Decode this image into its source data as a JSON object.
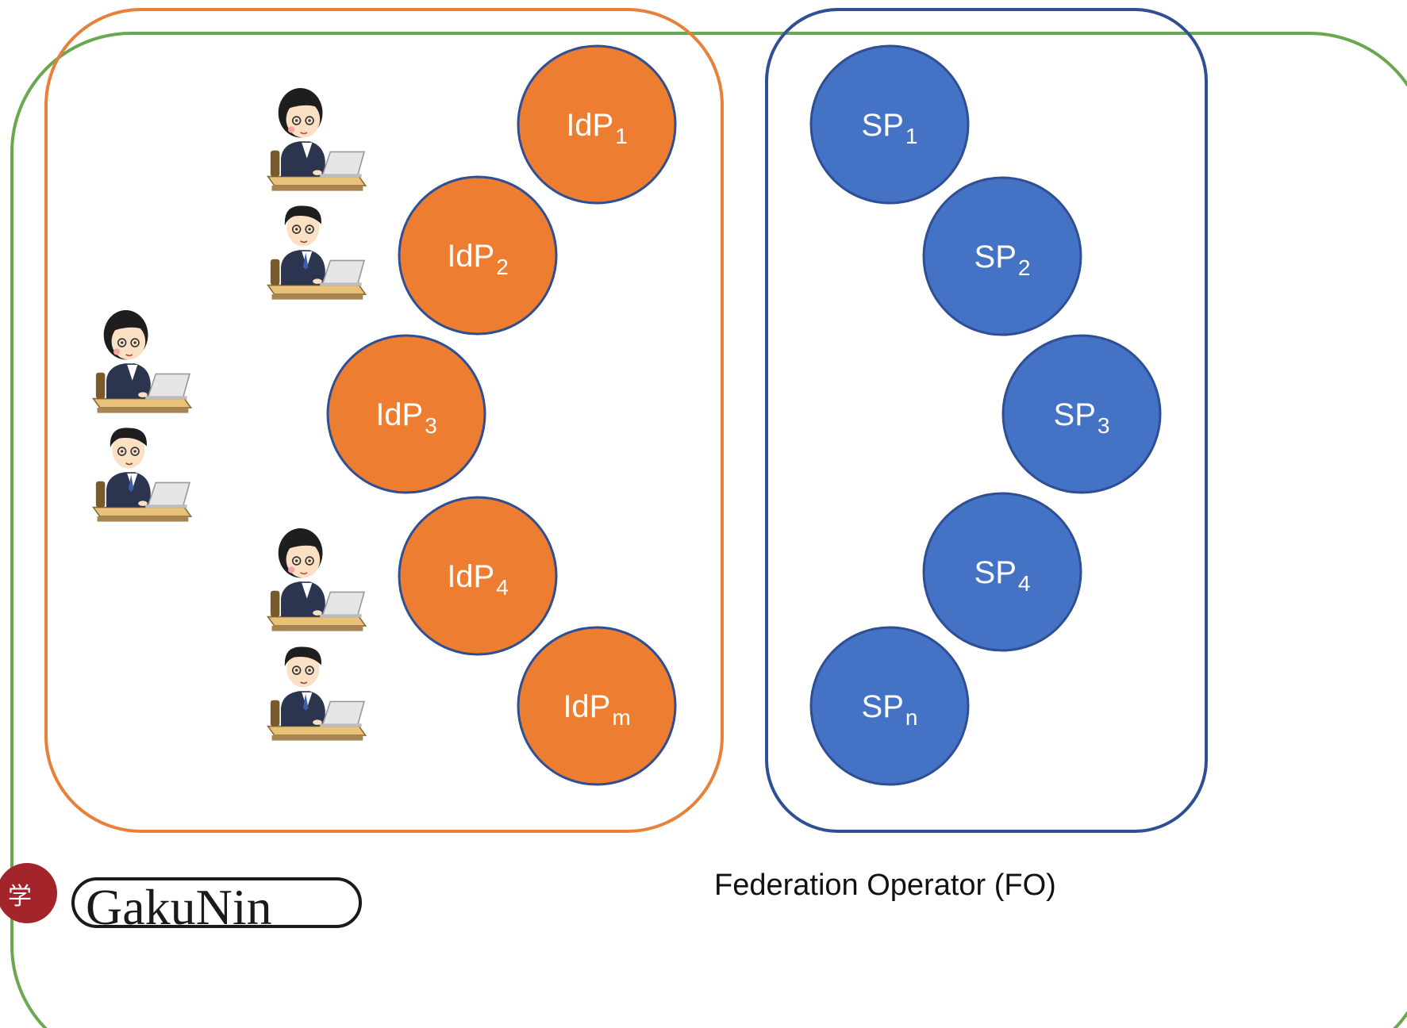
{
  "colors": {
    "federation_border": "#6aa84f",
    "idp_group_border": "#e8803a",
    "sp_group_border": "#2f4f94",
    "idp_fill": "#ed7d31",
    "sp_fill": "#4472c4",
    "node_outline": "#2f4f94",
    "logo_red": "#a3252b"
  },
  "federation": {
    "label": "Federation Operator (FO)"
  },
  "idps": [
    {
      "base": "IdP",
      "sub": "1"
    },
    {
      "base": "IdP",
      "sub": "2"
    },
    {
      "base": "IdP",
      "sub": "3"
    },
    {
      "base": "IdP",
      "sub": "4"
    },
    {
      "base": "IdP",
      "sub": "m"
    }
  ],
  "sps": [
    {
      "base": "SP",
      "sub": "1"
    },
    {
      "base": "SP",
      "sub": "2"
    },
    {
      "base": "SP",
      "sub": "3"
    },
    {
      "base": "SP",
      "sub": "4"
    },
    {
      "base": "SP",
      "sub": "n"
    }
  ],
  "users": [
    {
      "icon": "female-user-at-laptop-icon"
    },
    {
      "icon": "male-user-at-laptop-icon"
    },
    {
      "icon": "female-user-at-laptop-icon"
    },
    {
      "icon": "male-user-at-laptop-icon"
    },
    {
      "icon": "female-user-at-laptop-icon"
    },
    {
      "icon": "male-user-at-laptop-icon"
    }
  ],
  "logo": {
    "icon": "gakunin-logo-icon",
    "text": "GakuNin"
  }
}
